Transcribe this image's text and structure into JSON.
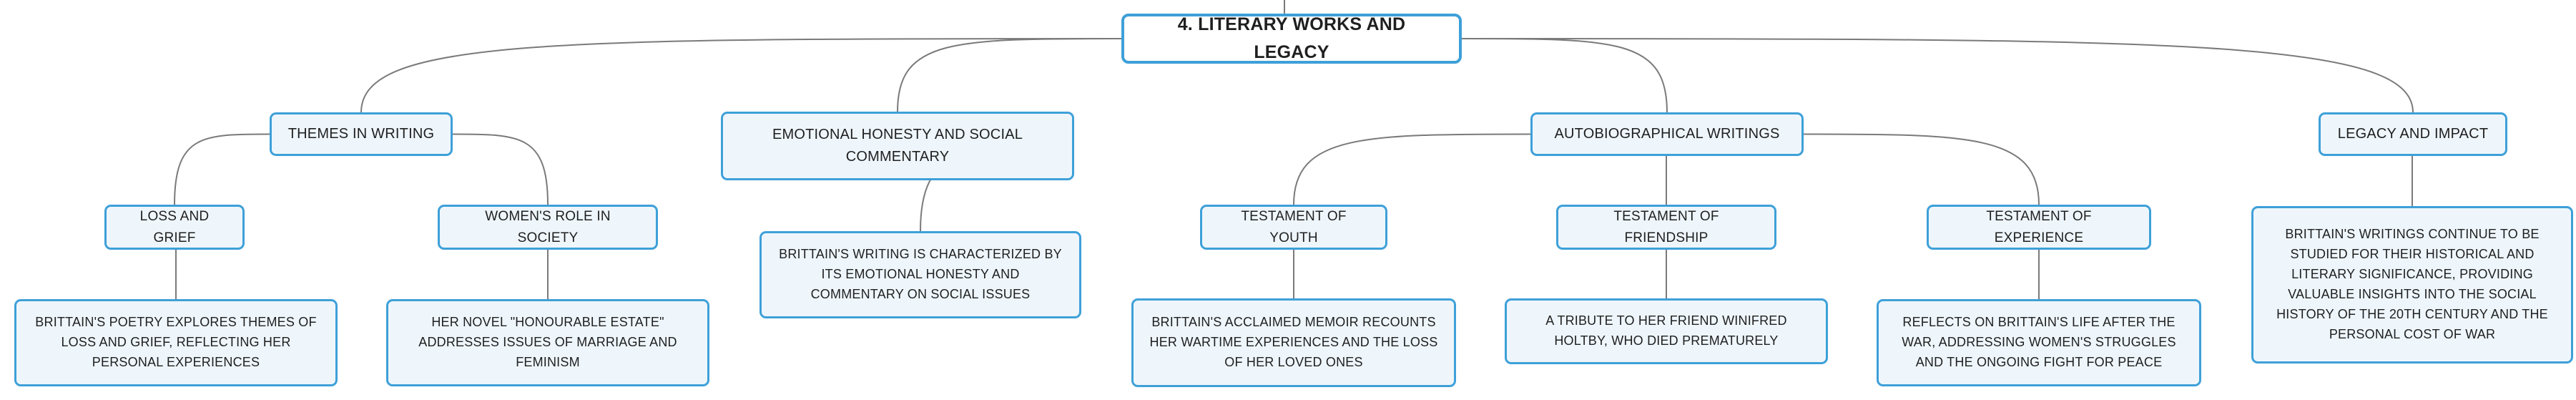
{
  "diagram": {
    "root": {
      "id": "root",
      "label": "4. Literary Works and Legacy"
    },
    "nodes": [
      {
        "id": "themes",
        "label": "Themes in Writing",
        "parent": "root"
      },
      {
        "id": "emotional",
        "label": "Emotional Honesty and Social Commentary",
        "parent": "root"
      },
      {
        "id": "autobio",
        "label": "Autobiographical Writings",
        "parent": "root"
      },
      {
        "id": "legacy",
        "label": "Legacy and Impact",
        "parent": "root"
      },
      {
        "id": "loss",
        "label": "Loss and Grief",
        "parent": "themes"
      },
      {
        "id": "women",
        "label": "Women's Role in Society",
        "parent": "themes"
      },
      {
        "id": "emotional_desc",
        "label": "Brittain's writing is characterized by its emotional honesty and commentary on social issues",
        "parent": "emotional"
      },
      {
        "id": "youth",
        "label": "Testament of Youth",
        "parent": "autobio"
      },
      {
        "id": "friendship",
        "label": "Testament of Friendship",
        "parent": "autobio"
      },
      {
        "id": "experience",
        "label": "Testament of Experience",
        "parent": "autobio"
      },
      {
        "id": "legacy_desc",
        "label": "Brittain's writings continue to be studied for their historical and literary significance, providing valuable insights into the social history of the 20th century and the personal cost of war",
        "parent": "legacy"
      },
      {
        "id": "loss_desc",
        "label": "Brittain's poetry explores themes of loss and grief, reflecting her personal experiences",
        "parent": "loss"
      },
      {
        "id": "women_desc",
        "label": "Her novel \"Honourable Estate\" addresses issues of marriage and feminism",
        "parent": "women"
      },
      {
        "id": "youth_desc",
        "label": "Brittain's acclaimed memoir recounts her wartime experiences and the loss of her loved ones",
        "parent": "youth"
      },
      {
        "id": "friendship_desc",
        "label": "A tribute to her friend Winifred Holtby, who died prematurely",
        "parent": "friendship"
      },
      {
        "id": "experience_desc",
        "label": "Reflects on Brittain's life after the war, addressing women's struggles and the ongoing fight for peace",
        "parent": "experience"
      }
    ]
  },
  "colors": {
    "node_border": "#3ea0d8",
    "node_fill": "#eef6fc",
    "root_fill": "#ffffff",
    "edge": "#7a7a7a",
    "text": "#1f1f1f"
  }
}
